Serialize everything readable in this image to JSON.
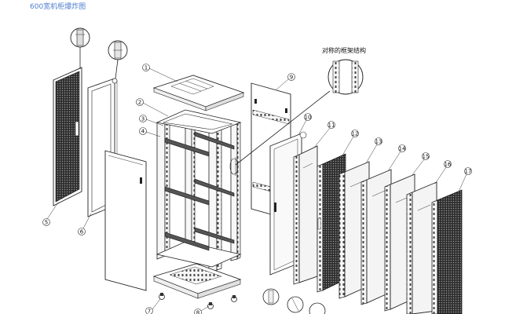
{
  "title": "600宽机柜爆炸图",
  "frame_label": "对称的框架结构",
  "callouts": [
    "1",
    "2",
    "3",
    "4",
    "5",
    "6",
    "7",
    "8",
    "9",
    "10",
    "11",
    "12",
    "13",
    "14",
    "15",
    "16",
    "17"
  ]
}
